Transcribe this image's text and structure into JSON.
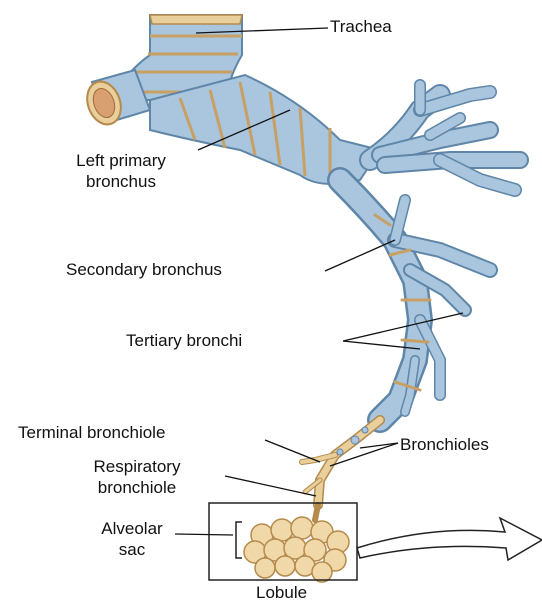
{
  "labels": {
    "trachea": "Trachea",
    "left_primary_bronchus_line1": "Left primary",
    "left_primary_bronchus_line2": "bronchus",
    "secondary_bronchus": "Secondary  bronchus",
    "tertiary_bronchi": "Tertiary bronchi",
    "terminal_bronchiole": "Terminal  bronchiole",
    "bronchioles": "Bronchioles",
    "respiratory_bronchiole_line1": "Respiratory",
    "respiratory_bronchiole_line2": "bronchiole",
    "alveolar_sac_line1": "Alveolar",
    "alveolar_sac_line2": "sac",
    "lobule": "Lobule"
  },
  "colors": {
    "cartilage_blue": "#a9c6de",
    "cartilage_edge": "#5f86a8",
    "tissue_tan": "#e8cf9c",
    "tissue_edge": "#b58a4c",
    "alveoli": "#f0d8a8",
    "leader_line": "#111111"
  }
}
